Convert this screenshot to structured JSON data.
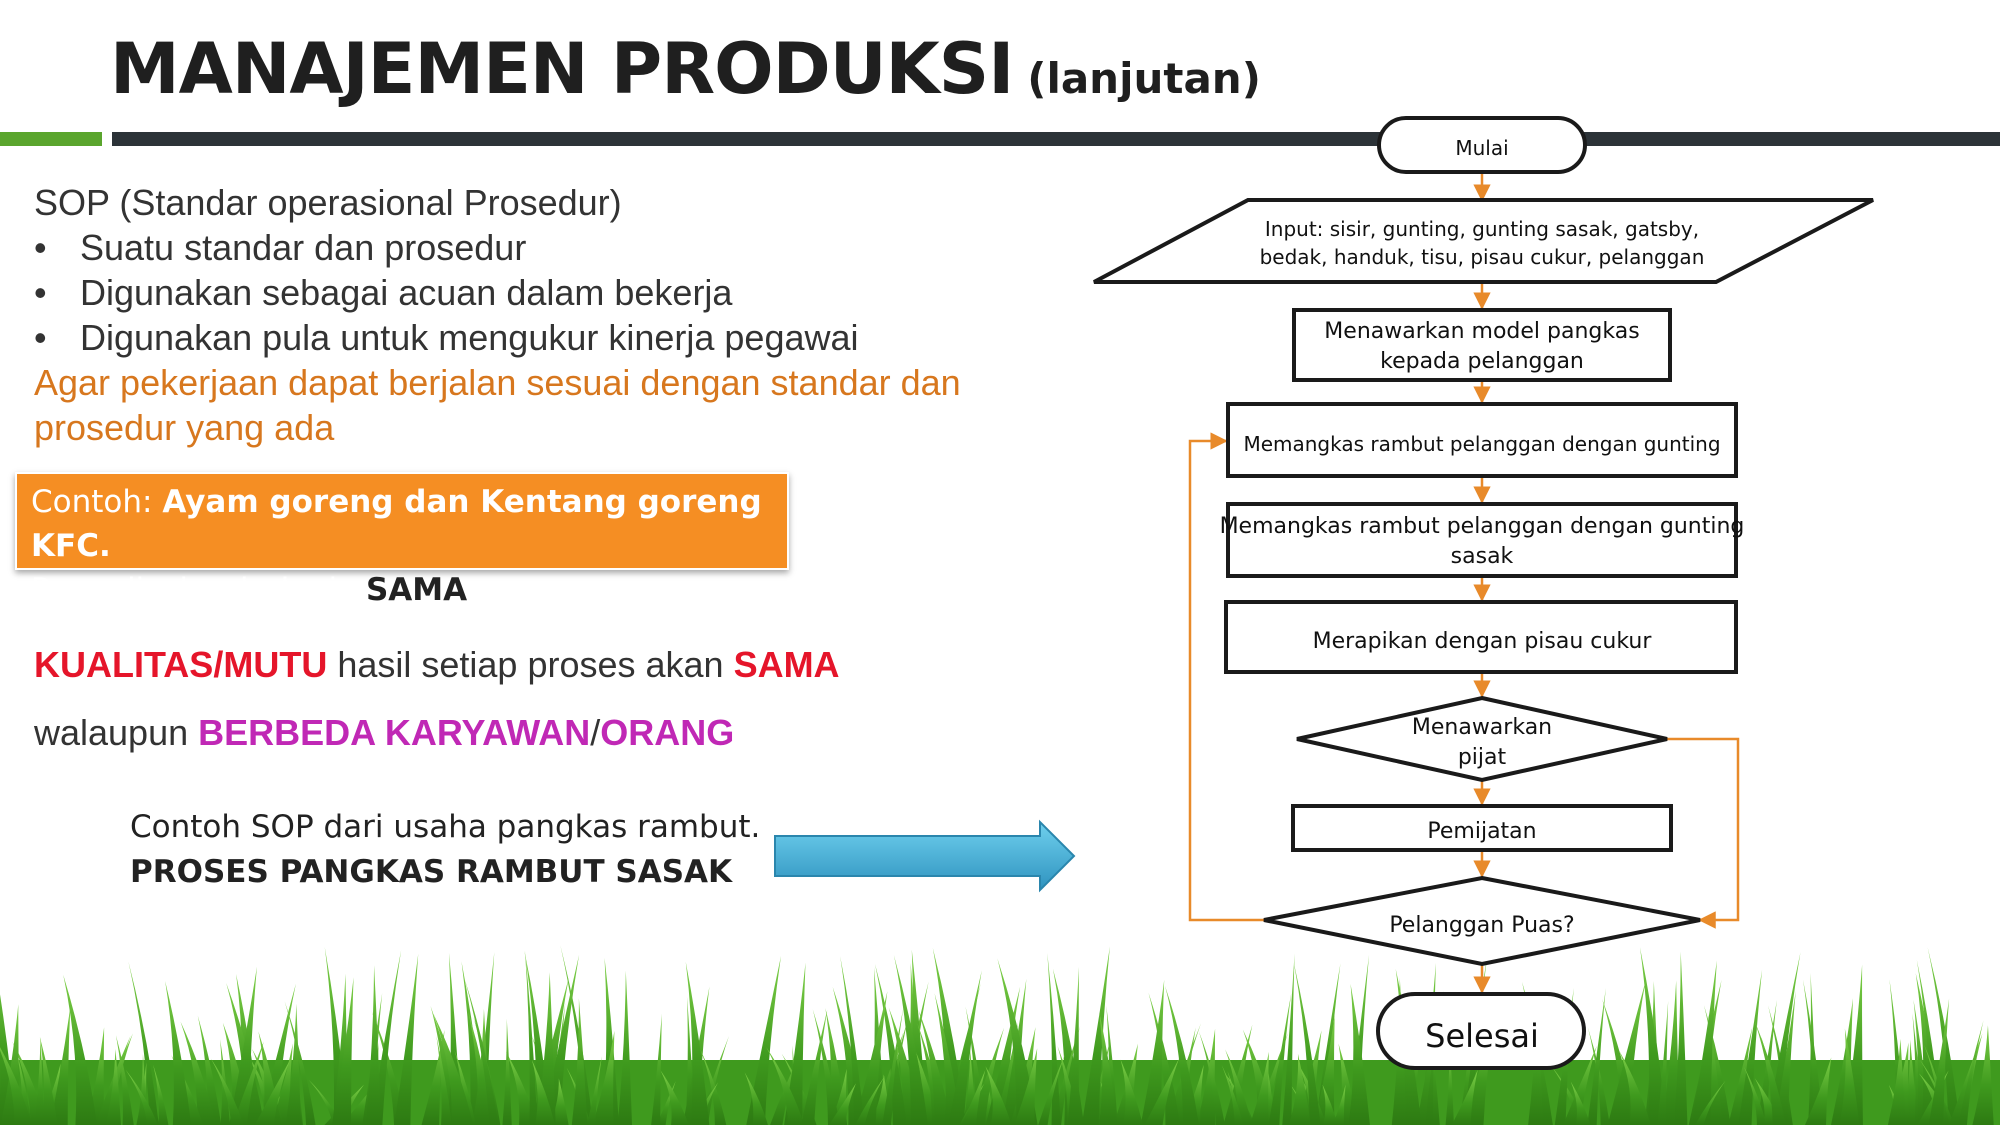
{
  "title": {
    "main": "MANAJEMEN PRODUKSI",
    "sub": "(lanjutan)"
  },
  "sop": {
    "heading": "SOP (Standar operasional Prosedur)",
    "bullets": [
      "Suatu standar dan prosedur",
      "Digunakan sebagai acuan dalam bekerja",
      "Digunakan pula untuk mengukur kinerja pegawai"
    ],
    "purpose_line1": "Agar pekerjaan dapat berjalan sesuai dengan standar dan",
    "purpose_line2": "prosedur yang ada"
  },
  "example_box": {
    "prefix": "Contoh: ",
    "highlight": "Ayam goreng dan Kentang goreng KFC.",
    "line2_text": "Rasa diseluruh dunia ",
    "line2_emph": "SAMA"
  },
  "quality": {
    "w1": "KUALITAS",
    "slash1": "/",
    "w2": "MUTU",
    "mid": " hasil setiap proses akan ",
    "w3": "SAMA",
    "l2_prefix": "walaupun ",
    "w4": "BERBEDA KARYAWAN",
    "slash2": "/",
    "w5": "ORANG"
  },
  "sop_example": {
    "line1": "Contoh SOP dari usaha pangkas rambut.",
    "line2": "PROSES PANGKAS RAMBUT SASAK"
  },
  "flowchart": {
    "start": "Mulai",
    "input_l1": "Input: sisir, gunting, gunting sasak, gatsby,",
    "input_l2": "bedak, handuk, tisu, pisau cukur, pelanggan",
    "offer_l1": "Menawarkan model pangkas",
    "offer_l2": "kepada pelanggan",
    "cut": "Memangkas rambut pelanggan dengan gunting",
    "cut_sasak_l1": "Memangkas rambut pelanggan dengan gunting",
    "cut_sasak_l2": "sasak",
    "tidy": "Merapikan dengan pisau cukur",
    "massage_q_l1": "Menawarkan",
    "massage_q_l2": "pijat",
    "massage": "Pemijatan",
    "satisfied_q": "Pelanggan Puas?",
    "end": "Selesai"
  },
  "colors": {
    "accent_orange": "#f58e23",
    "connector_orange": "#e88a2a",
    "arrow_blue": "#3aa8d0",
    "quality_red": "#e5152a",
    "quality_magenta": "#c028b5",
    "bar_green": "#5aa52d",
    "bar_dark": "#2c3338"
  }
}
